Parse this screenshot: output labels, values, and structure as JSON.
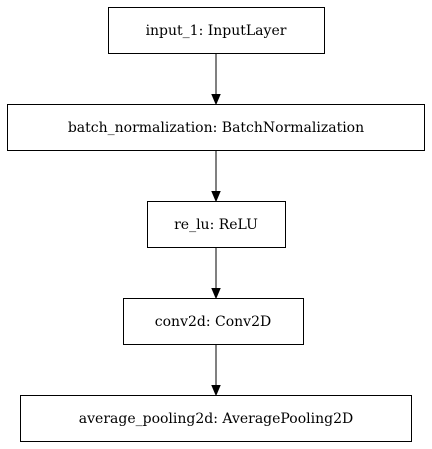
{
  "diagram": {
    "nodes": [
      {
        "label": "input_1: InputLayer"
      },
      {
        "label": "batch_normalization: BatchNormalization"
      },
      {
        "label": "re_lu: ReLU"
      },
      {
        "label": "conv2d: Conv2D"
      },
      {
        "label": "average_pooling2d: AveragePooling2D"
      }
    ],
    "edges": [
      {
        "from": 0,
        "to": 1
      },
      {
        "from": 1,
        "to": 2
      },
      {
        "from": 2,
        "to": 3
      },
      {
        "from": 3,
        "to": 4
      }
    ],
    "colors": {
      "stroke": "#000000",
      "fill": "#ffffff",
      "text": "#000000"
    }
  }
}
